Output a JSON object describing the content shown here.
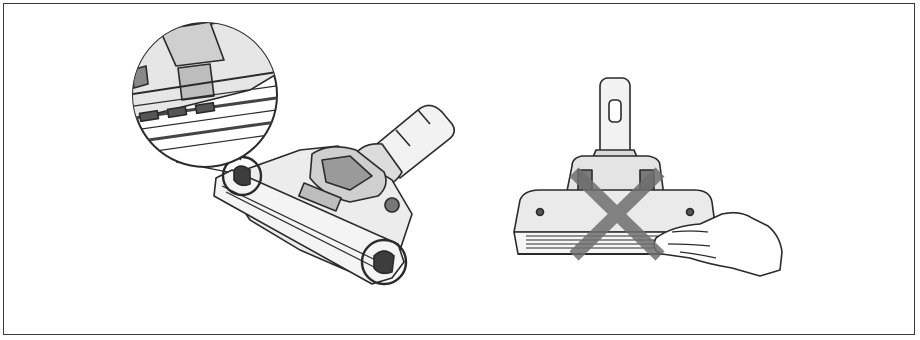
{
  "figure": {
    "panels": [
      {
        "id": "correct-handling",
        "description_icon": "circle-highlight"
      },
      {
        "id": "incorrect-handling",
        "description_icon": "cross-mark"
      }
    ]
  },
  "colors": {
    "line": "#2a2a2a",
    "body_fill": "#e9e9e9",
    "dark_fill": "#555555",
    "cross": "#6f6f6f",
    "frame": "#3a3a3a"
  }
}
